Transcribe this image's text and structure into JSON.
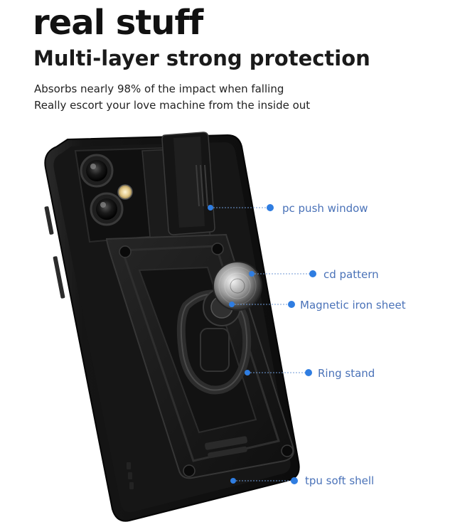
{
  "heading": {
    "title": "real stuff",
    "subtitle": "Multi-layer strong protection"
  },
  "description": {
    "line1": "Absorbs nearly 98% of the impact when falling",
    "line2": "Really escort your love machine from the inside out"
  },
  "colors": {
    "callout_blue": "#2f7de1",
    "label_blue": "#4a72b8",
    "case_black": "#141414"
  },
  "callouts": [
    {
      "label": "pc push window"
    },
    {
      "label": "cd pattern"
    },
    {
      "label": "Magnetic iron sheet"
    },
    {
      "label": "Ring stand"
    },
    {
      "label": "tpu soft shell"
    }
  ]
}
